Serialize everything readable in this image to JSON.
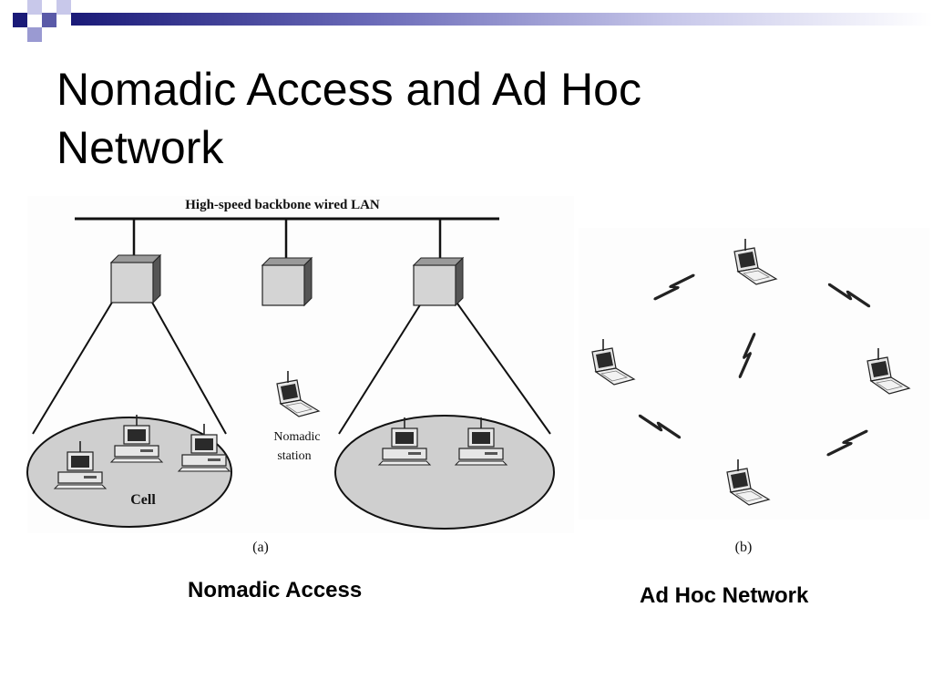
{
  "slide": {
    "title_line1": "Nomadic Access and Ad Hoc",
    "title_line2": "Network"
  },
  "figure_a": {
    "backbone_label": "High-speed backbone wired LAN",
    "nomadic_label_line1": "Nomadic",
    "nomadic_label_line2": "station",
    "cell_label": "Cell",
    "sublabel": "(a)"
  },
  "figure_b": {
    "sublabel": "(b)"
  },
  "captions": {
    "left": "Nomadic Access",
    "right": "Ad Hoc Network"
  },
  "colors": {
    "accent_navy": "#1a1a78",
    "accent_light": "#9a9ad2",
    "cell_fill": "#cfcfcf",
    "box_fill": "#d4d4d4"
  }
}
